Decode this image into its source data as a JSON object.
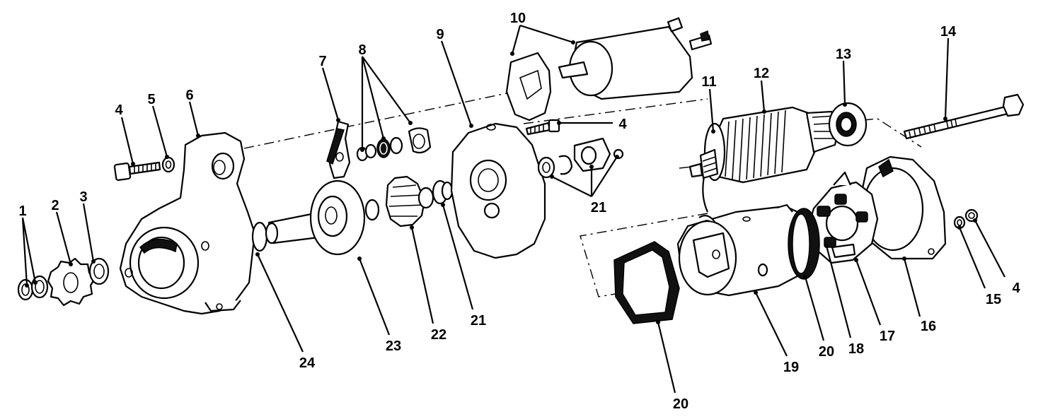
{
  "callouts": {
    "n1": "1",
    "n2": "2",
    "n3": "3",
    "n4a": "4",
    "n5": "5",
    "n6": "6",
    "n7": "7",
    "n8": "8",
    "n9": "9",
    "n10": "10",
    "n11": "11",
    "n12": "12",
    "n13": "13",
    "n14": "14",
    "n4b": "4",
    "n21a": "21",
    "n24": "24",
    "n23": "23",
    "n22": "22",
    "n21b": "21",
    "n20a": "20",
    "n19": "19",
    "n20b": "20",
    "n18": "18",
    "n17": "17",
    "n16": "16",
    "n15": "15",
    "n4c": "4"
  }
}
